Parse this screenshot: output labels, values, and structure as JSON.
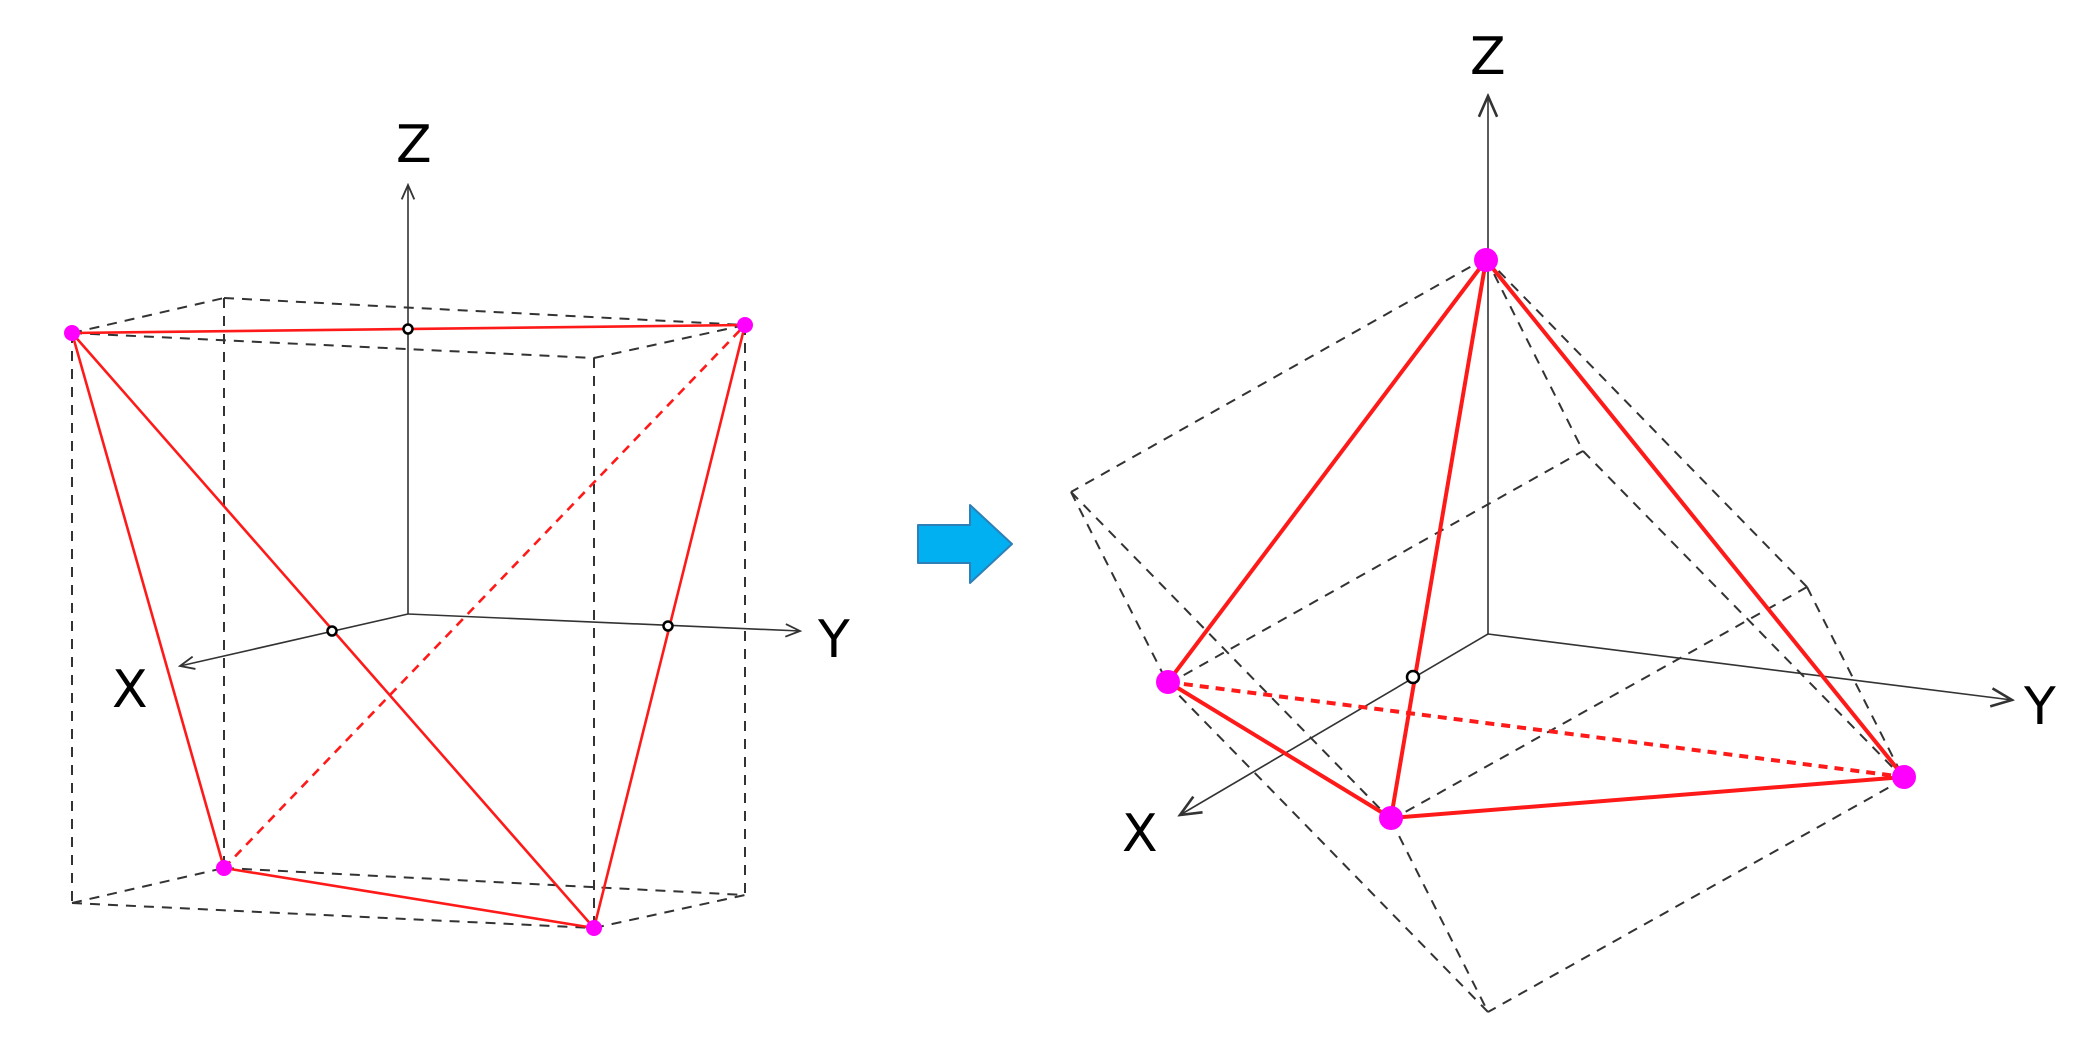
{
  "left_figure": {
    "axis_labels": {
      "x": "X",
      "y": "Y",
      "z": "Z"
    }
  },
  "right_figure": {
    "axis_labels": {
      "x": "X",
      "y": "Y",
      "z": "Z"
    }
  },
  "colors": {
    "tetrahedron_edge": "#ff1a1a",
    "vertex": "#ff00ff",
    "box_edge": "#333333",
    "arrow_fill": "#00b0f0",
    "arrow_stroke": "#2f7fb8"
  },
  "transition_icon": "right-arrow-icon"
}
